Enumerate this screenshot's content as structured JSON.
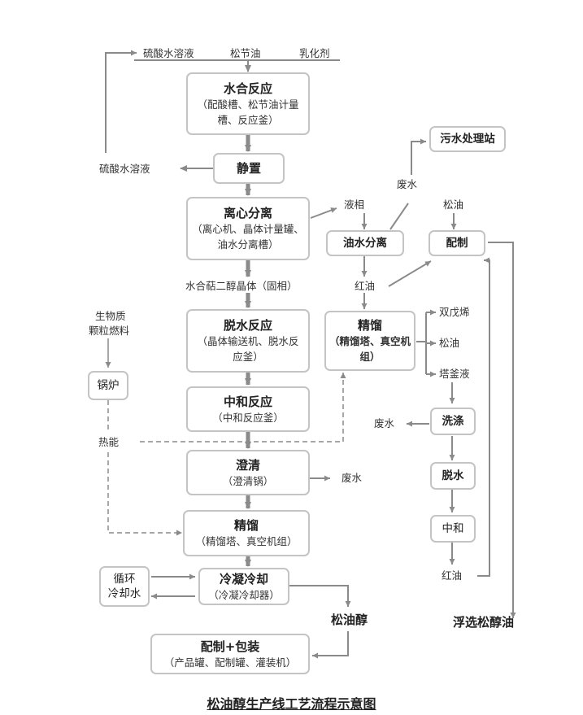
{
  "boxes": {
    "water_reaction": {
      "title": "水合反应",
      "sub": "（配酸槽、松节油计量",
      "sub2": "槽、反应釜）"
    },
    "settle": {
      "title": "静置"
    },
    "centrifuge": {
      "title": "离心分离",
      "sub": "（离心机、晶体计量罐、",
      "sub2": "油水分离槽）"
    },
    "dehydration": {
      "title": "脱水反应",
      "sub": "（晶体输送机、脱水反",
      "sub2": "应釜）"
    },
    "neutralize": {
      "title": "中和反应",
      "sub": "（中和反应釜）"
    },
    "clarify": {
      "title": "澄清",
      "sub": "（澄清锅）"
    },
    "distill_main": {
      "title": "精馏",
      "sub": "（精馏塔、真空机组）"
    },
    "condense": {
      "title": "冷凝冷却",
      "sub": "（冷凝冷却器）"
    },
    "package": {
      "title": "配制+包装",
      "sub": "（产品罐、配制罐、灌装机）"
    },
    "oil_water": {
      "title": "油水分离"
    },
    "distill_side": {
      "title": "精馏",
      "sub": "（精馏塔、真空机",
      "sub2": "组）"
    },
    "sewage": {
      "title": "污水处理站"
    },
    "blend": {
      "title": "配制"
    },
    "boiler": {
      "title": "锅炉"
    },
    "cooling_water": {
      "title": "循环",
      "title2": "冷却水"
    },
    "wash": {
      "title": "洗涤"
    },
    "dehydrate2": {
      "title": "脱水"
    },
    "neutral2": {
      "title": "中和"
    }
  },
  "labels": {
    "sulfuric_in": "硫酸水溶液",
    "turpentine": "松节油",
    "emulsifier": "乳化剂",
    "sulfuric_out": "硫酸水溶液",
    "liquid_phase": "液相",
    "wastewater_top": "废水",
    "pine_oil": "松油",
    "crystal": "水合萜二醇晶体（固相）",
    "red_oil_1": "红油",
    "biomass": "生物质",
    "biomass2": "颗粒燃料",
    "heat": "热能",
    "dipentene": "双戊烯",
    "pine_oil_2": "松油",
    "bottom_liquid": "塔釜液",
    "wastewater_wash": "废水",
    "wastewater_clarify": "废水",
    "red_oil_2": "红油",
    "terpineol": "松油醇",
    "flotation": "浮选松醇油"
  },
  "caption": "松油醇生产线工艺流程示意图"
}
